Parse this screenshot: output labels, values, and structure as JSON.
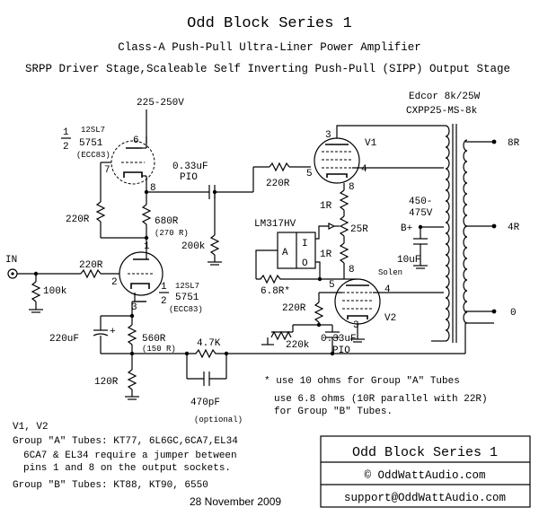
{
  "header": {
    "title": "Odd Block Series 1",
    "subtitle": "Class-A Push-Pull Ultra-Liner Power Amplifier",
    "subtitle2": "SRPP Driver Stage,Scaleable Self Inverting Push-Pull (SIPP) Output Stage"
  },
  "supply": {
    "driver_voltage": "225-250V",
    "b_plus_voltage_1": "450-",
    "b_plus_voltage_2": "475V",
    "b_plus_label": "B+"
  },
  "transformer": {
    "name": "Edcor 8k/25W",
    "part": "CXPP25-MS-8k",
    "tap_8": "8R",
    "tap_4": "4R",
    "tap_0": "0"
  },
  "tubes": {
    "top_half": "1",
    "top_frac": "2",
    "top_type": "12SL7",
    "top_alt": "5751",
    "top_alt2": "(ECC83)",
    "top_pin6": "6",
    "top_pin7": "7",
    "top_pin8": "8",
    "bot_half": "1",
    "bot_frac": "2",
    "bot_type": "12SL7",
    "bot_alt": "5751",
    "bot_alt2": "(ECC83)",
    "bot_pin1": "1",
    "bot_pin2": "2",
    "bot_pin3": "3",
    "v1": "V1",
    "v1_p3": "3",
    "v1_p5": "5",
    "v1_p4": "4",
    "v1_p8": "8",
    "v2": "V2",
    "v2_p8": "8",
    "v2_p5": "5",
    "v2_p4": "4",
    "v2_p3": "3"
  },
  "components": {
    "cap_coupling": "0.33uF",
    "cap_coupling_type": "PIO",
    "r_grid_v1": "220R",
    "r_gstop_top": "220R",
    "r_anode": "680R",
    "r_anode_alt": "(270 R)",
    "r_grid_leak": "200k",
    "r_input": "220R",
    "r_input_leak": "100k",
    "r_cathode": "560R",
    "r_cathode_alt": "(150 R)",
    "cap_cathode": "220uF",
    "r_bottom": "120R",
    "r_fb": "4.7K",
    "cap_fb": "470pF",
    "cap_fb_note": "(optional)",
    "r_1r_top": "1R",
    "pot_25r": "25R",
    "r_1r_bot": "1R",
    "regulator": "LM317HV",
    "reg_pin_i": "I",
    "reg_pin_a": "A",
    "reg_pin_o": "O",
    "r_reg": "6.8R*",
    "r_v2_grid": "220R",
    "r_v2_leak": "220k",
    "cap_supply": "10uF",
    "cap_supply_type": "Solen",
    "cap_v2": "0.33uF",
    "cap_v2_type": "PIO",
    "input_label": "IN"
  },
  "notes": {
    "note1": "* use 10 ohms for Group \"A\" Tubes",
    "note2": "use 6.8 ohms (10R parallel with 22R)",
    "note3": "for Group \"B\" Tubes."
  },
  "tube_list": {
    "heading": "V1, V2",
    "group_a": "Group \"A\" Tubes: KT77, 6L6GC,6CA7,EL34",
    "jumper1": "6CA7 & EL34 require a jumper between",
    "jumper2": "pins 1 and 8 on the output sockets.",
    "group_b": "Group \"B\" Tubes: KT88, KT90, 6550"
  },
  "date": "28 November 2009",
  "footer_box": {
    "title": "Odd Block Series 1",
    "copyright": "© OddWattAudio.com",
    "email": "support@OddWattAudio.com"
  }
}
